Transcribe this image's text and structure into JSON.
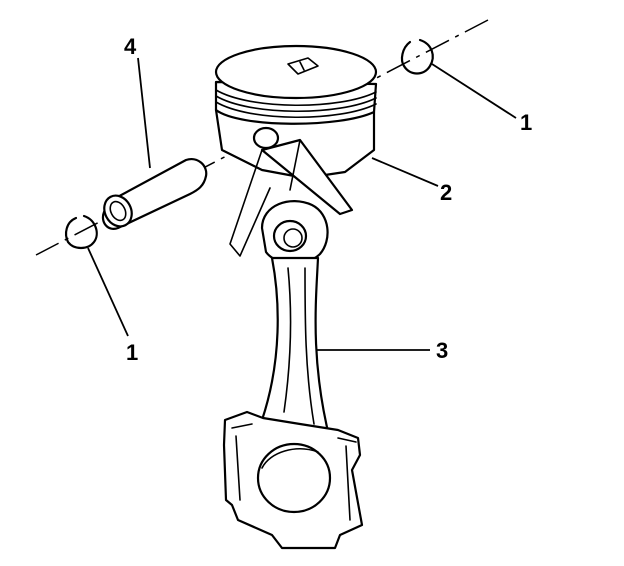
{
  "diagram": {
    "colors": {
      "line": "#000000",
      "background": "#ffffff"
    },
    "callouts": [
      {
        "id": "retainer-right",
        "label": "1"
      },
      {
        "id": "piston",
        "label": "2"
      },
      {
        "id": "connecting-rod",
        "label": "3"
      },
      {
        "id": "piston-pin",
        "label": "4"
      },
      {
        "id": "retainer-left",
        "label": "1"
      }
    ]
  }
}
